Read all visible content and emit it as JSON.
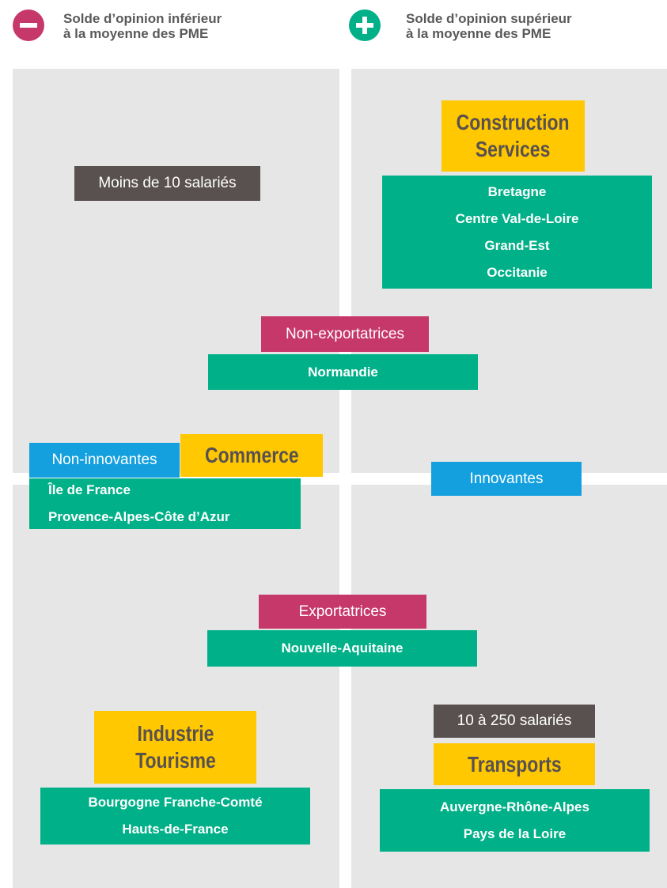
{
  "legend": {
    "negative": {
      "icon": "minus-icon",
      "color": "#c6386a",
      "text": "Solde d’opinion inférieur\nà la moyenne des PME"
    },
    "positive": {
      "icon": "plus-icon",
      "color": "#00b088",
      "text": "Solde d’opinion supérieur\nà la moyenne des PME"
    }
  },
  "colors": {
    "quadrant_bg": "#e6e6e6",
    "size_label": "#595150",
    "export_label": "#c6386a",
    "innovation_label": "#14a0df",
    "sector_label": "#ffc800",
    "region_box": "#00b088"
  },
  "labels": {
    "small_size": "Moins de 10 salariés",
    "large_size": "10 à 250 salariés",
    "non_export": "Non-exportatrices",
    "export": "Exportatrices",
    "non_innov": "Non-innovantes",
    "innov": "Innovantes"
  },
  "sectors": {
    "top_right": "Construction\nServices",
    "commerce": "Commerce",
    "bottom_left": "Industrie\nTourisme",
    "bottom_right": "Transports"
  },
  "regions": {
    "top_right": "Bretagne\nCentre Val-de-Loire\nGrand-Est\nOccitanie",
    "normandie": "Normandie",
    "left_middle": "Île de France\nProvence-Alpes-Côte d’Azur",
    "nouvelle_aquitaine": "Nouvelle-Aquitaine",
    "bottom_left": "Bourgogne Franche-Comté\nHauts-de-France",
    "bottom_right": "Auvergne-Rhône-Alpes\nPays de la Loire"
  }
}
